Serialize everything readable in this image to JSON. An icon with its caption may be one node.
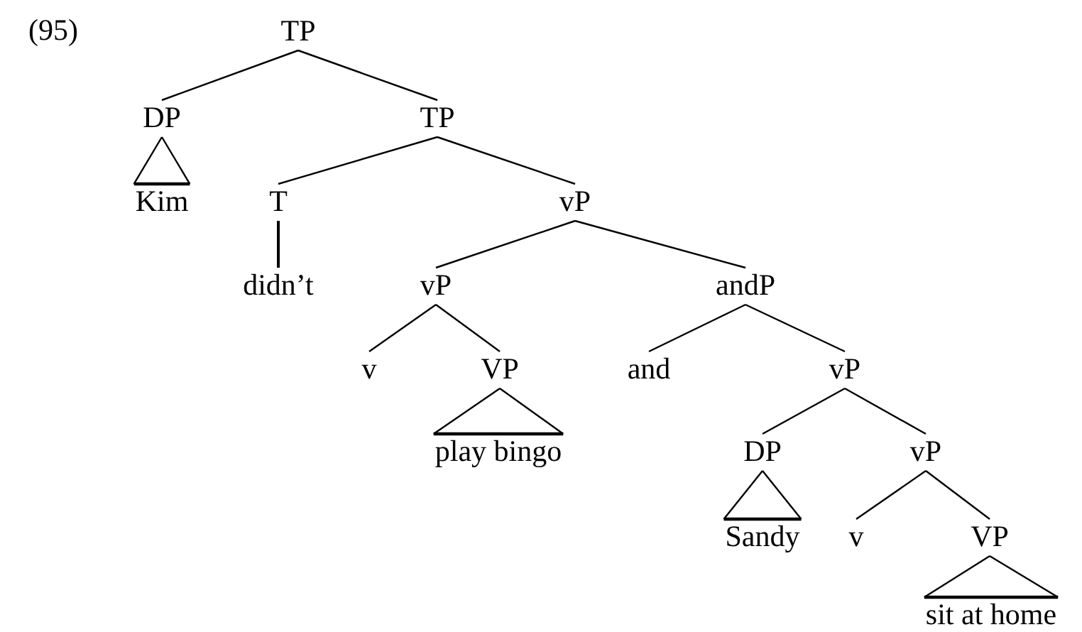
{
  "diagram": {
    "nodes": [
      {
        "text": [
          "TP"
        ]
      },
      {
        "text": [
          "DP"
        ]
      },
      {
        "text": [
          "TP"
        ]
      },
      {
        "text": [
          "Kim"
        ]
      },
      {
        "text": [
          "T"
        ]
      },
      {
        "text": [
          "vP"
        ]
      },
      {
        "text": [
          "didn’t"
        ]
      },
      {
        "text": [
          "vP"
        ]
      },
      {
        "text": [
          "andP"
        ]
      },
      {
        "text": [
          "v"
        ]
      },
      {
        "text": [
          "VP"
        ]
      },
      {
        "text": [
          "and"
        ]
      },
      {
        "text": [
          "vP"
        ]
      },
      {
        "text": [
          "play bingo"
        ]
      },
      {
        "text": [
          "DP"
        ]
      },
      {
        "text": [
          "vP"
        ]
      },
      {
        "text": [
          "Sandy"
        ]
      },
      {
        "text": [
          "v"
        ]
      },
      {
        "text": [
          "VP"
        ]
      },
      {
        "text": [
          "sit at home"
        ]
      }
    ],
    "edges": [
      {
        "from": 0,
        "to": 1,
        "arrow": "none"
      },
      {
        "from": 0,
        "to": 2,
        "arrow": "none"
      },
      {
        "from": 1,
        "to": 3,
        "arrow": "none"
      },
      {
        "from": 2,
        "to": 4,
        "arrow": "none"
      },
      {
        "from": 2,
        "to": 5,
        "arrow": "none"
      },
      {
        "from": 4,
        "to": 6,
        "arrow": "none"
      },
      {
        "from": 5,
        "to": 7,
        "arrow": "none"
      },
      {
        "from": 5,
        "to": 8,
        "arrow": "none"
      },
      {
        "from": 7,
        "to": 9,
        "arrow": "none"
      },
      {
        "from": 7,
        "to": 10,
        "arrow": "none"
      },
      {
        "from": 10,
        "to": 13,
        "arrow": "none"
      },
      {
        "from": 8,
        "to": 11,
        "arrow": "none"
      },
      {
        "from": 8,
        "to": 12,
        "arrow": "none"
      },
      {
        "from": 12,
        "to": 14,
        "arrow": "none"
      },
      {
        "from": 12,
        "to": 15,
        "arrow": "none"
      },
      {
        "from": 14,
        "to": 16,
        "arrow": "none"
      },
      {
        "from": 15,
        "to": 17,
        "arrow": "none"
      },
      {
        "from": 15,
        "to": 18,
        "arrow": "none"
      },
      {
        "from": 18,
        "to": 19,
        "arrow": "none"
      }
    ],
    "labels": [
      "(95)"
    ]
  }
}
